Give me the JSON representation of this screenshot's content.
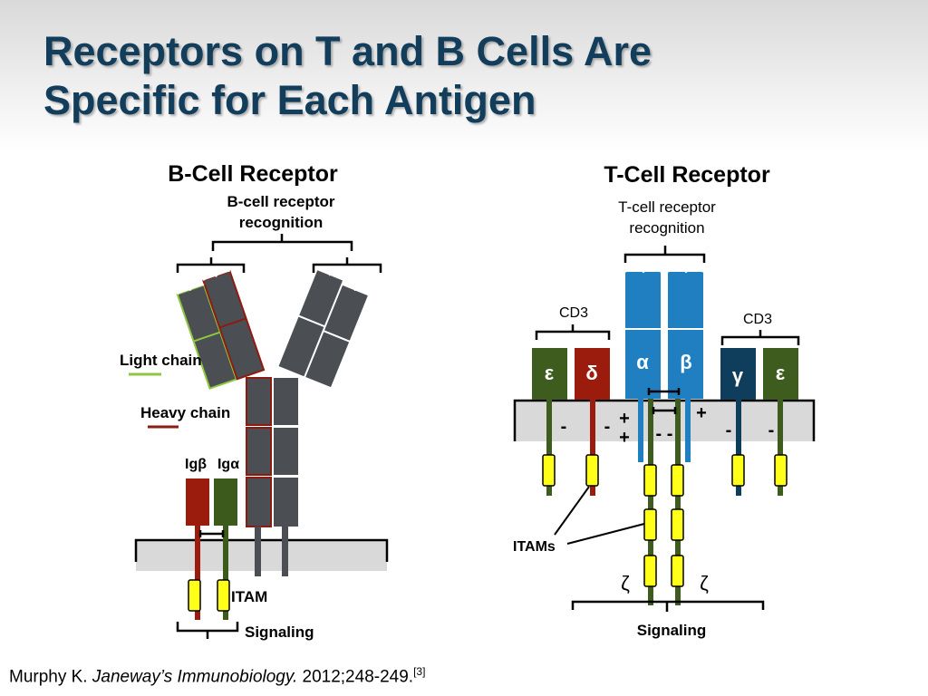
{
  "title": {
    "line1": "Receptors on T and B Cells Are",
    "line2": "Specific for Each Antigen"
  },
  "colors": {
    "title": "#123d5b",
    "body_fill": "#4b4f54",
    "heavy_chain": "#8c1b11",
    "light_chain": "#8dc63f",
    "ig_beta": "#9b1b0d",
    "ig_alpha": "#3b5a1c",
    "itam": "#ffff1a",
    "tcr_alpha_beta": "#1f7fc0",
    "cd3_epsilon": "#3d5c1e",
    "cd3_delta": "#9b1b0d",
    "cd3_gamma": "#0f3d5c",
    "membrane": "#d9d9d9"
  },
  "bcr": {
    "heading": "B-Cell Receptor",
    "recognition_line1": "B-cell receptor",
    "recognition_line2": "recognition",
    "light_chain_label": "Light chain",
    "heavy_chain_label": "Heavy chain",
    "ig_beta_label": "Igβ",
    "ig_alpha_label": "Igα",
    "itam_label": "ITAM",
    "signaling_label": "Signaling"
  },
  "tcr": {
    "heading": "T-Cell Receptor",
    "recognition_line1": "T-cell receptor",
    "recognition_line2": "recognition",
    "cd3_left_label": "CD3",
    "cd3_right_label": "CD3",
    "epsilon_left": "ε",
    "delta": "δ",
    "alpha": "α",
    "beta": "β",
    "gamma": "γ",
    "epsilon_right": "ε",
    "itams_label": "ITAMs",
    "zeta_left": "ζ",
    "zeta_right": "ζ",
    "signaling_label": "Signaling",
    "charges": {
      "epsilon_left": "-",
      "delta_minus": "-",
      "alpha_plus1": "+",
      "alpha_plus2": "+",
      "zeta_minus": "- -",
      "beta_plus": "+",
      "gamma_minus": "-",
      "epsilon_right_minus": "-"
    }
  },
  "citation": {
    "author": "Murphy K. ",
    "book": "Janeway’s Immunobiology.",
    "details": " 2012;248-249.",
    "ref": "[3]"
  }
}
